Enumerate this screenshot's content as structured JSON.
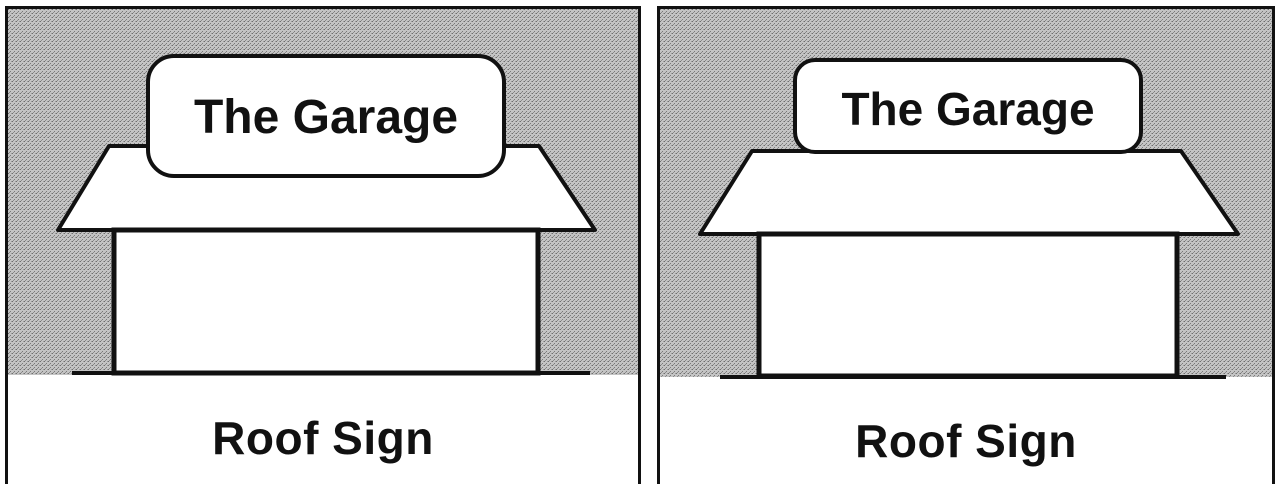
{
  "panels": [
    {
      "sign_text": "The Garage",
      "caption": "Roof Sign"
    },
    {
      "sign_text": "The Garage",
      "caption": "Roof Sign"
    }
  ],
  "colors": {
    "background_texture": "#b8b8b8",
    "outline": "#111111",
    "fill": "#ffffff"
  }
}
